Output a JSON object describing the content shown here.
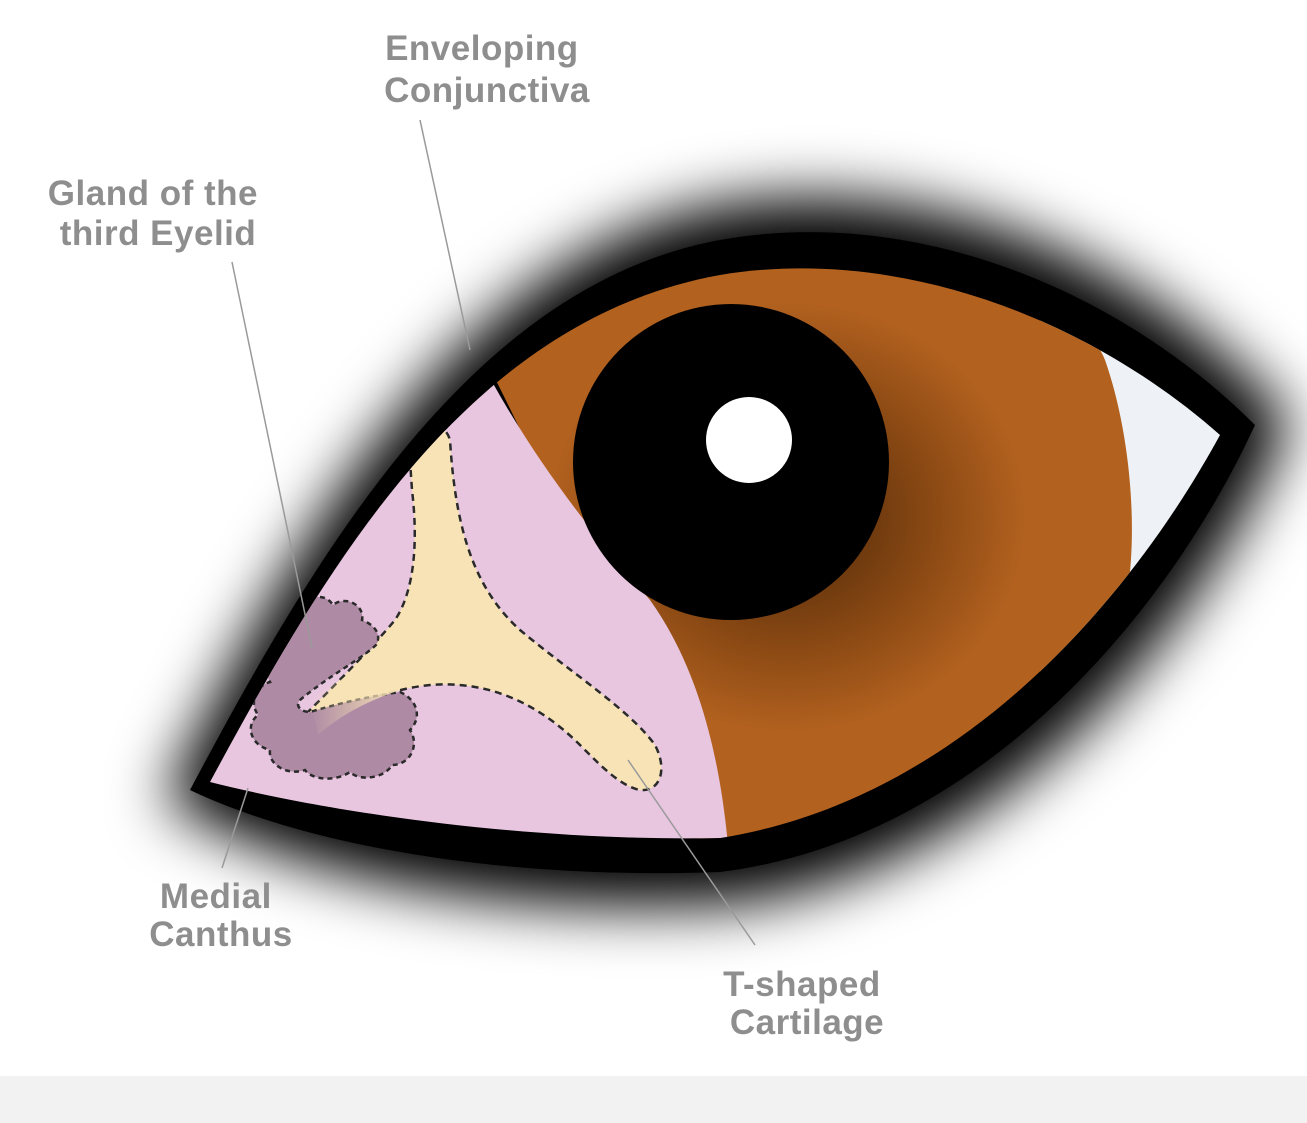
{
  "labels": {
    "enveloping_conjunctiva": [
      "Enveloping",
      "Conjunctiva"
    ],
    "gland_third_eyelid": [
      "Gland of the",
      "third Eyelid"
    ],
    "medial_canthus": [
      "Medial",
      "Canthus"
    ],
    "t_shaped_cartilage": [
      "T-shaped",
      "Cartilage"
    ]
  },
  "colors": {
    "iris": "#b2611f",
    "iris_dark": "#6e3a10",
    "pupil": "#000000",
    "highlight": "#ffffff",
    "sclera": "#eef2f6",
    "third_eyelid": "#e8c6e0",
    "gland": "#ae8aa4",
    "cartilage": "#f7e3b6",
    "eyelid_shadow": "#000000",
    "label_text": "#8e8e8e",
    "leader_line": "#9a9a9a"
  }
}
